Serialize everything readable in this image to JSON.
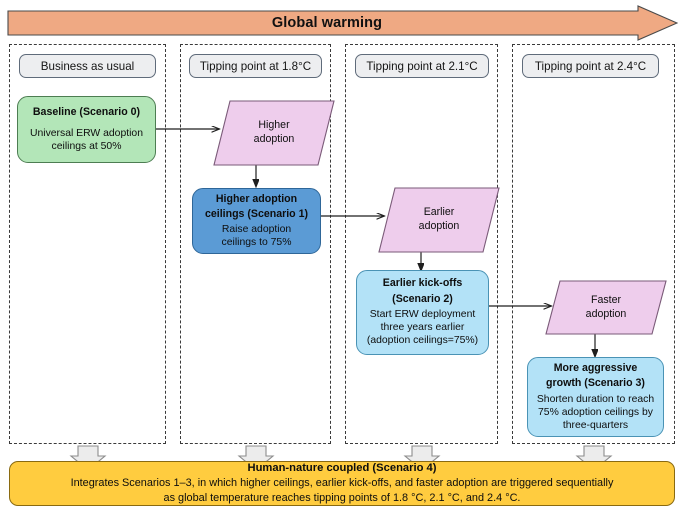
{
  "banner": {
    "label": "Global warming",
    "color": "#efa983",
    "arrow_icon": "right-arrow-icon"
  },
  "columns": [
    {
      "header": "Business as usual"
    },
    {
      "header": "Tipping point at 1.8°C"
    },
    {
      "header": "Tipping point at 2.1°C"
    },
    {
      "header": "Tipping point at 2.4°C"
    }
  ],
  "nodes": {
    "baseline": {
      "title": "Baseline (Scenario 0)",
      "line1": "Universal ERW adoption",
      "line2": "ceilings at 50%",
      "color": "#b3e6b8"
    },
    "scenario1": {
      "title_line1": "Higher adoption",
      "title_line2": "ceilings (Scenario 1)",
      "line1": "Raise adoption",
      "line2": "ceilings to 75%",
      "color": "#5b9bd5"
    },
    "scenario2": {
      "title_line1": "Earlier kick-offs",
      "title_line2": "(Scenario 2)",
      "line1": "Start ERW deployment",
      "line2": "three years earlier",
      "line3": "(adoption ceilings=75%)",
      "color": "#b3e2f7"
    },
    "scenario3": {
      "title_line1": "More aggressive",
      "title_line2": "growth (Scenario 3)",
      "line1": "Shorten duration to reach",
      "line2": "75% adoption ceilings by",
      "line3": "three-quarters",
      "color": "#b3e2f7"
    }
  },
  "triggers": {
    "higher": {
      "line1": "Higher",
      "line2": "adoption",
      "color": "#eecdec"
    },
    "earlier": {
      "line1": "Earlier",
      "line2": "adoption",
      "color": "#eecdec"
    },
    "faster": {
      "line1": "Faster",
      "line2": "adoption",
      "color": "#eecdec"
    }
  },
  "summary": {
    "title": "Human-nature coupled (Scenario 4)",
    "line1": "Integrates Scenarios 1–3, in which higher ceilings, earlier kick-offs, and faster adoption are triggered sequentially",
    "line2": "as global temperature reaches tipping points of 1.8 °C, 2.1 °C, and 2.4 °C.",
    "color": "#ffcc3f"
  },
  "down_arrows": {
    "icon": "down-block-arrow-icon",
    "count": 4,
    "color": "#ececec"
  }
}
